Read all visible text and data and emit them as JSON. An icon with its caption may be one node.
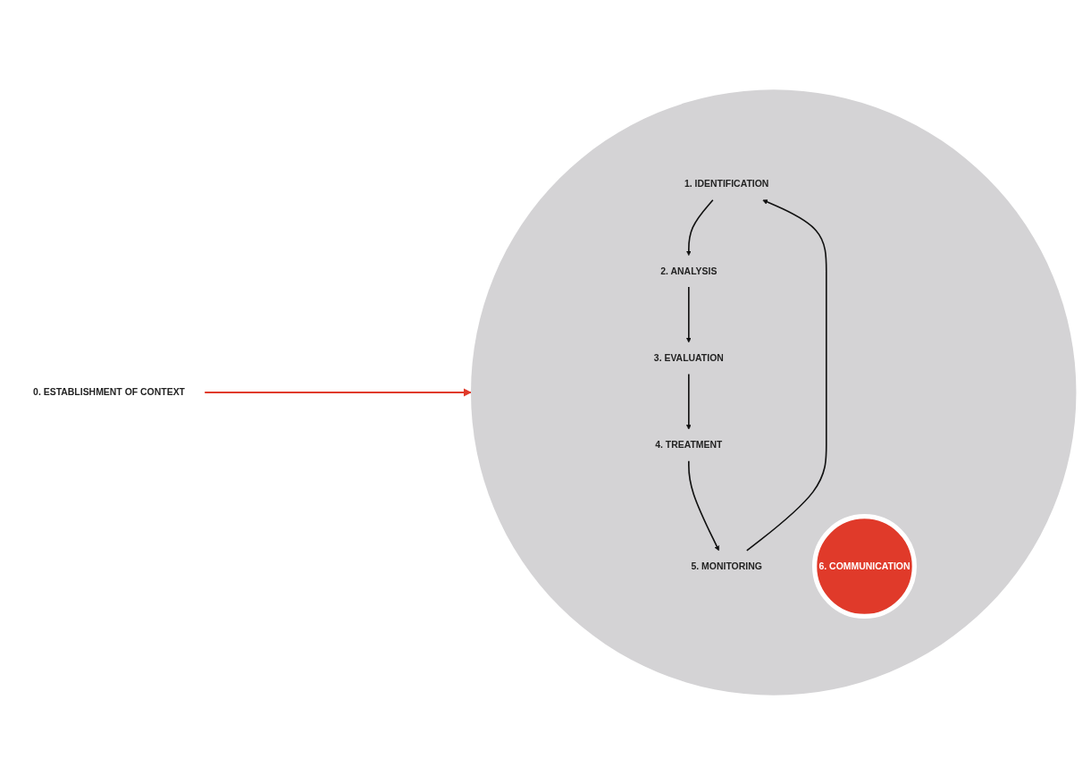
{
  "diagram": {
    "nodes": [
      {
        "text": [
          "0. ESTABLISHMENT OF CONTEXT"
        ]
      },
      {
        "text": [],
        "shape": "circle"
      },
      {
        "text": [
          "1. IDENTIFICATION"
        ],
        "in": 1
      },
      {
        "text": [
          "2. ANALYSIS"
        ],
        "in": 1
      },
      {
        "text": [
          "3. EVALUATION"
        ],
        "in": 1
      },
      {
        "text": [
          "4. TREATMENT"
        ],
        "in": 1
      },
      {
        "text": [
          "5. MONITORING"
        ],
        "in": 1
      },
      {
        "text": [
          "6. COMMUNICATION"
        ],
        "in": 1
      }
    ],
    "edges": [
      {
        "from": 0,
        "to": 1,
        "arrow": "to",
        "color": "#e03a2a"
      },
      {
        "from": 2,
        "to": 3,
        "arrow": "to"
      },
      {
        "from": 3,
        "to": 4,
        "arrow": "to"
      },
      {
        "from": 4,
        "to": 5,
        "arrow": "to"
      },
      {
        "from": 5,
        "to": 6,
        "arrow": "to"
      },
      {
        "from": 6,
        "to": 2,
        "arrow": "to"
      }
    ]
  }
}
